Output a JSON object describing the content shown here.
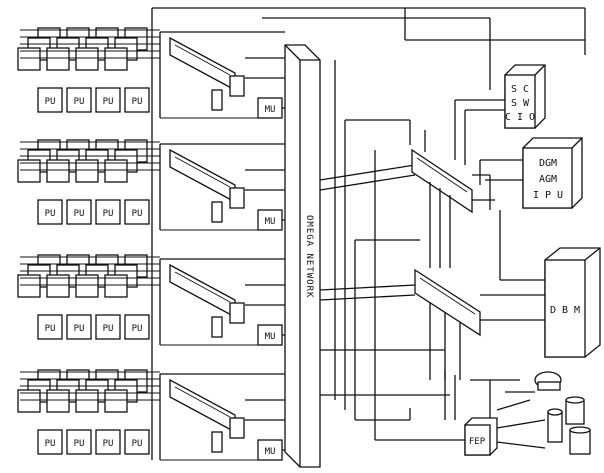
{
  "labels": {
    "pu": "PU",
    "mu": "MU",
    "network": "OMEGA NETWORK",
    "sc_lines": [
      "S C",
      "S W",
      "C I O"
    ],
    "dgm_lines": [
      "DGM",
      "AGM",
      "I P U"
    ],
    "dbm": "D B M",
    "fep": "FEP"
  },
  "cluster_count": 4,
  "colors": {
    "ink": "#111111",
    "paper": "#ffffff"
  }
}
